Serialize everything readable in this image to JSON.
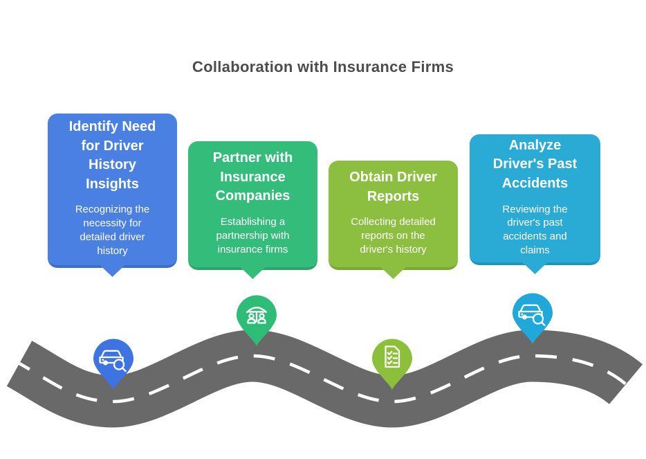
{
  "title": "Collaboration with Insurance Firms",
  "road": {
    "color": "#696969",
    "line_color": "#ffffff"
  },
  "steps": [
    {
      "title": "Identify Need\nfor Driver\nHistory\nInsights",
      "description": "Recognizing the\nnecessity for\ndetailed driver\nhistory",
      "color": "#4a80e1",
      "color_dark": "#3a6ec8",
      "pin_color": "#3e73e2",
      "icon": "car-search-icon"
    },
    {
      "title": "Partner with\nInsurance\nCompanies",
      "description": "Establishing a\npartnership with\ninsurance firms",
      "color": "#34bc7b",
      "color_dark": "#2aa668",
      "pin_color": "#2ebd76",
      "icon": "umbrella-people-icon"
    },
    {
      "title": "Obtain Driver\nReports",
      "description": "Collecting detailed\nreports on the\ndriver's history",
      "color": "#8cbf40",
      "color_dark": "#7aa832",
      "pin_color": "#8cbf3a",
      "icon": "checklist-icon"
    },
    {
      "title": "Analyze\nDriver's Past\nAccidents",
      "description": "Reviewing the\ndriver's past\naccidents and\nclaims",
      "color": "#29abd6",
      "color_dark": "#1f95bd",
      "pin_color": "#20a8da",
      "icon": "car-search-icon"
    }
  ]
}
